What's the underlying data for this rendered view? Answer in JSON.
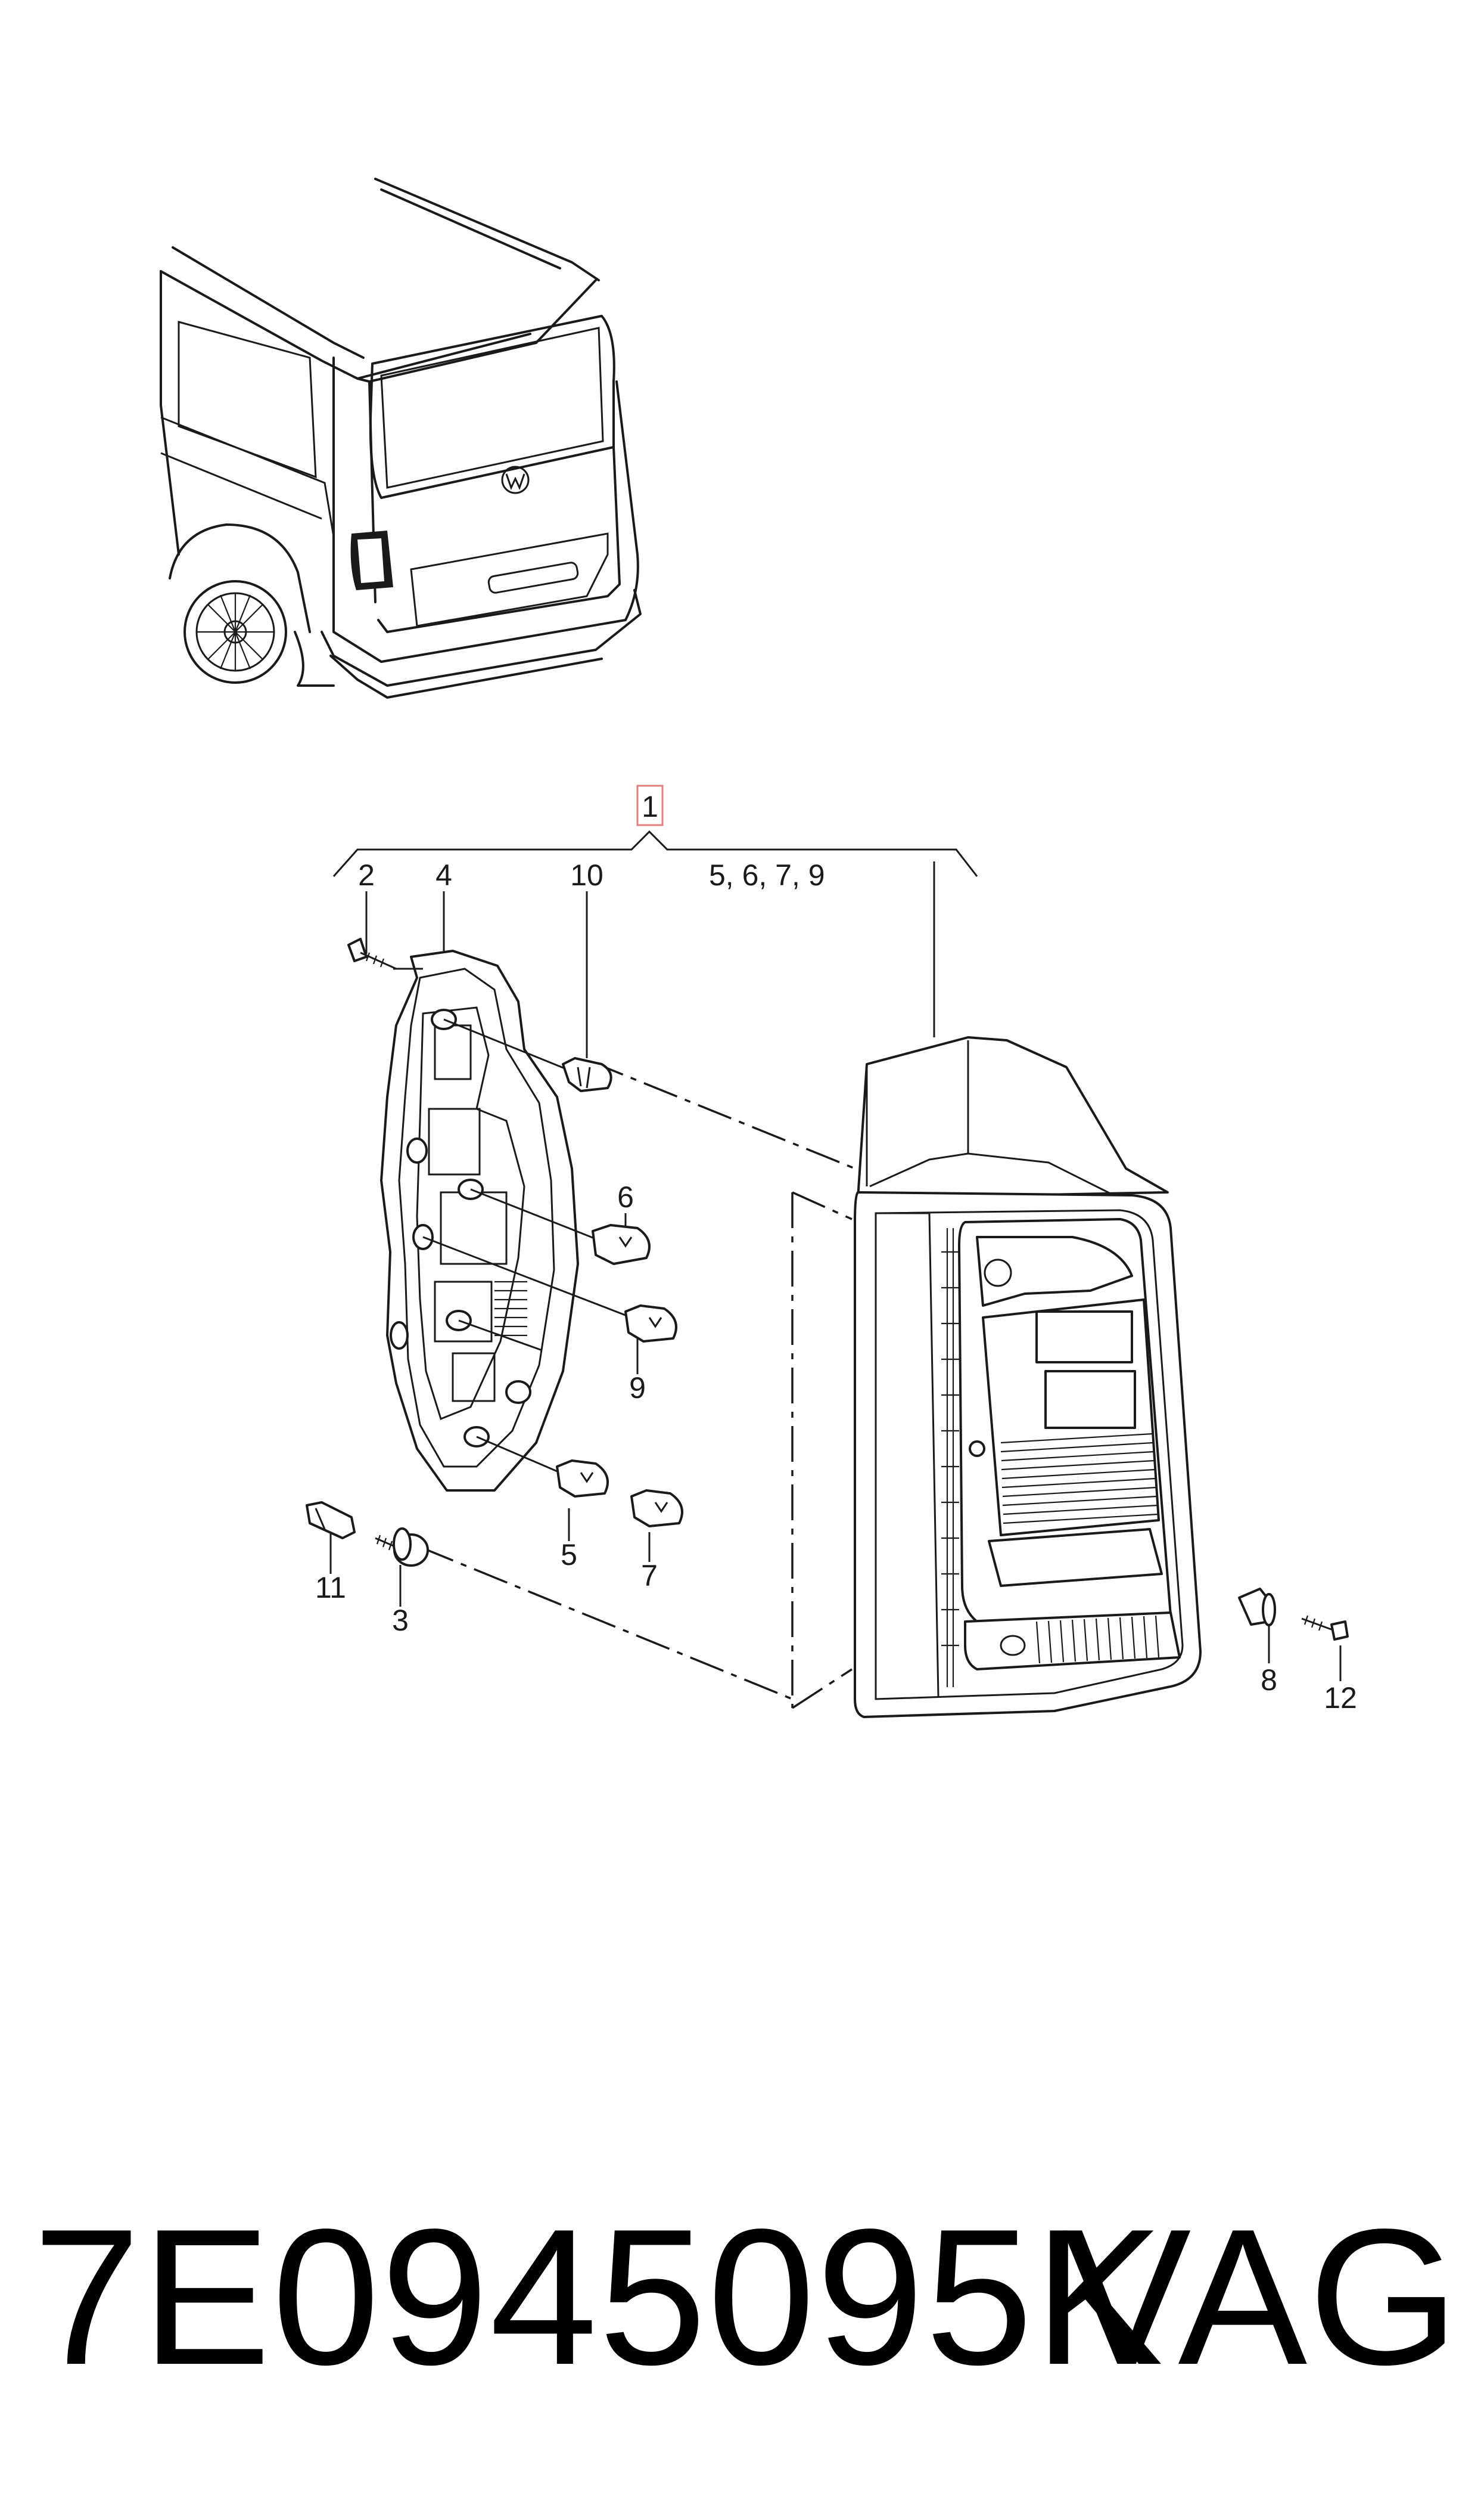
{
  "diagram": {
    "callouts": {
      "main_assembly": "1",
      "assembly_contents": "5, 6, 7, 9",
      "screw_top": "2",
      "bulb_carrier": "4",
      "bulb_10": "10",
      "bulb_6": "6",
      "bulb_9": "9",
      "bulb_5": "5",
      "bulb_7": "7",
      "clip_11": "11",
      "nut_3": "3",
      "expansion_nut_8": "8",
      "screw_12": "12"
    },
    "highlight_color": "#e08080"
  },
  "footer": {
    "part_number": "7E0945095K",
    "brand": "VAG"
  }
}
